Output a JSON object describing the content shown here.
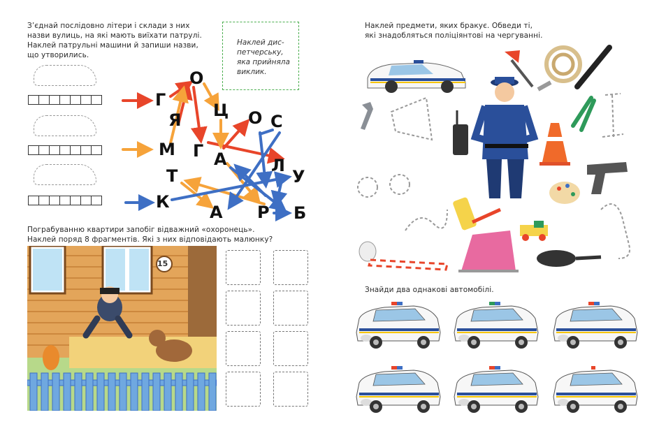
{
  "left_page": {
    "task1_text": [
      "З’єднай послідовно літери і склади з них",
      "назви вулиць, на які мають виїхати патрулі.",
      "Наклей патрульні машини й запиши назви,",
      "що утворились."
    ],
    "sticker_box_lines": [
      "Наклей дис-",
      "петчерську,",
      "яка прийняла",
      "виклик."
    ],
    "row_starts": [
      "Г",
      "М",
      "К"
    ],
    "letters": [
      "О",
      "Я",
      "Ц",
      "О",
      "С",
      "Г",
      "А",
      "Л",
      "Т",
      "У",
      "А",
      "Р",
      "Б"
    ],
    "task2_text": [
      "Пограбуванню квартири запобіг відважний «охоронець».",
      "Наклей поряд 8 фрагментів. Які з них відповідають малюнку?"
    ],
    "house_number": "15"
  },
  "right_page": {
    "task3_text": [
      "Наклей предмети, яких бракує. Обведи ті,",
      "які знадобляться поліцiянтові на чергуванні."
    ],
    "task4_text": "Знайди два однакові автомобілі."
  },
  "colors": {
    "arrow_red": "#e8452a",
    "arrow_orange": "#f6a33a",
    "arrow_blue": "#3e6fc4",
    "police_blue": "#2a4f9a",
    "police_yellow": "#f5c400",
    "sticker_border": "#4caf50"
  }
}
